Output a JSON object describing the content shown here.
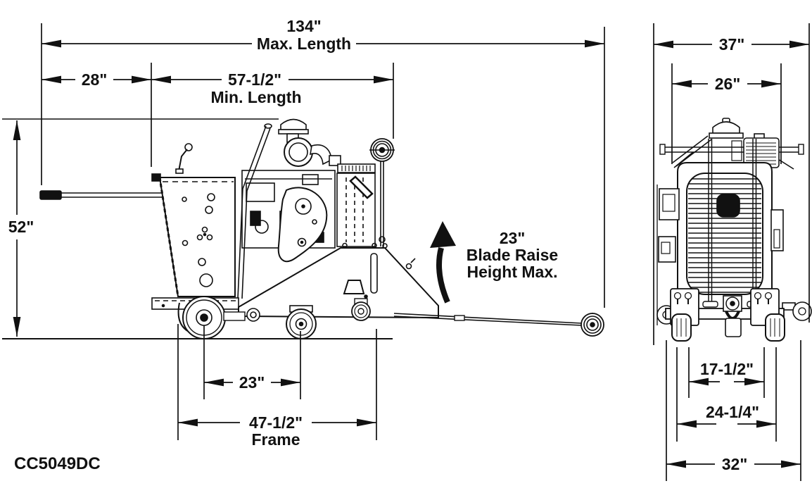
{
  "model": "CC5049DC",
  "colors": {
    "line": "#111111",
    "background": "#ffffff"
  },
  "side_view": {
    "dims": {
      "max_length": {
        "value": "134\"",
        "label": "Max. Length"
      },
      "front_offset": {
        "value": "28\""
      },
      "min_length": {
        "value": "57-1/2\"",
        "label": "Min. Length"
      },
      "height": {
        "value": "52\""
      },
      "wheel_spacing": {
        "value": "23\""
      },
      "frame_length": {
        "value": "47-1/2\"",
        "label": "Frame"
      },
      "blade_raise": {
        "value": "23\"",
        "label1": "Blade Raise",
        "label2": "Height Max."
      }
    }
  },
  "rear_view": {
    "dims": {
      "overall_width": {
        "value": "37\""
      },
      "handlebar_width": {
        "value": "26\""
      },
      "inner_wheel_track": {
        "value": "17-1/2\""
      },
      "outer_wheel_track": {
        "value": "24-1/4\""
      },
      "base_width": {
        "value": "32\""
      }
    }
  }
}
